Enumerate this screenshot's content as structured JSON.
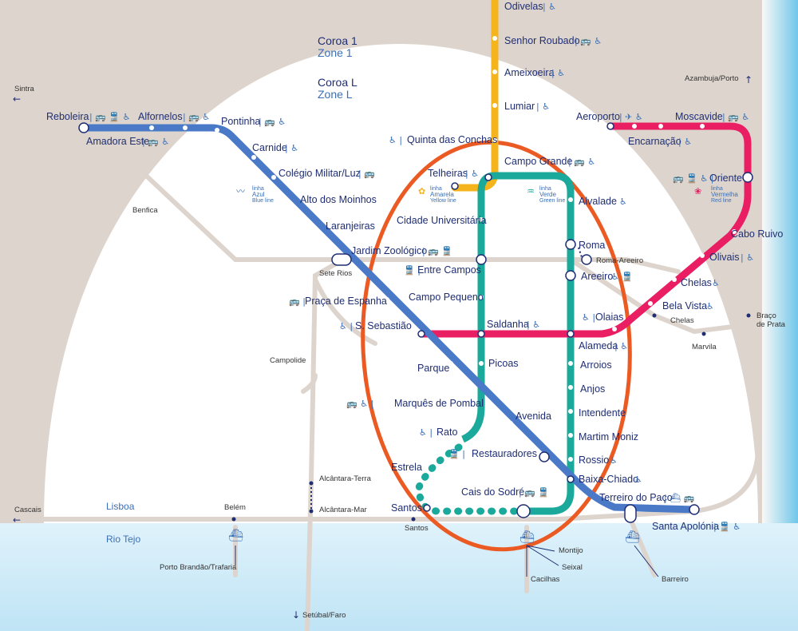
{
  "colors": {
    "blue": "#4a7ac7",
    "yellow": "#f5b41c",
    "green": "#1aa99a",
    "red": "#e91e63",
    "orange_ellipse": "#ec5a24",
    "zone_band": "#ddd5cd",
    "river": "#cfeaf7",
    "text": "#1f2e74",
    "accent": "#3b6fb6"
  },
  "zones": {
    "coroa1": "Coroa 1",
    "zone1": "Zone 1",
    "coroaL": "Coroa L",
    "zoneL": "Zone L"
  },
  "water": {
    "river": "Rio Tejo",
    "city": "Lisboa"
  },
  "legend": {
    "blue": [
      "linha",
      "Azul",
      "Blue line"
    ],
    "yellow": [
      "linha",
      "Amarela",
      "Yellow line"
    ],
    "green": [
      "linha",
      "Verde",
      "Green line"
    ],
    "red": [
      "linha",
      "Vermelha",
      "Red line"
    ]
  },
  "stations": {
    "odivelas": "Odivelas",
    "senhor_roubado": "Senhor Roubado",
    "ameixoeira": "Ameixoeira",
    "lumiar": "Lumiar",
    "quinta_das_conchas": "Quinta das Conchas",
    "campo_grande": "Campo Grande",
    "telheiras": "Telheiras",
    "cidade_universitaria": "Cidade Universitária",
    "entre_campos": "Entre Campos",
    "campo_pequeno": "Campo Pequeno",
    "saldanha": "Saldanha",
    "picoas": "Picoas",
    "marques_de_pombal": "Marquês de Pombal",
    "rato": "Rato",
    "alvalade": "Alvalade",
    "roma": "Roma",
    "areeiro": "Areeiro",
    "alameda": "Alameda",
    "arroios": "Arroios",
    "anjos": "Anjos",
    "intendente": "Intendente",
    "martim_moniz": "Martim Moniz",
    "rossio": "Rossio",
    "baixa_chiado": "Baixa-Chiado",
    "cais_do_sodre": "Cais do Sodré",
    "restauradores": "Restauradores",
    "avenida": "Avenida",
    "parque": "Parque",
    "s_sebastiao": "S. Sebastião",
    "praca_de_espanha": "Praça de Espanha",
    "jardim_zoologico": "Jardim Zoológico",
    "laranjeiras": "Laranjeiras",
    "alto_dos_moinhos": "Alto dos Moinhos",
    "colegio_militar": "Colégio Militar/Luz",
    "carnide": "Carnide",
    "pontinha": "Pontinha",
    "alfornelos": "Alfornelos",
    "amadora_este": "Amadora Este",
    "reboleira": "Reboleira",
    "terreiro_do_paco": "Terreiro do Paço",
    "santa_apolonia": "Santa Apolónia",
    "aeroporto": "Aeroporto",
    "encarnacao": "Encarnação",
    "moscavide": "Moscavide",
    "oriente": "Oriente",
    "cabo_ruivo": "Cabo Ruivo",
    "olivais": "Olivais",
    "chelas": "Chelas",
    "bela_vista": "Bela Vista",
    "olaias": "Olaias",
    "estrela": "Estrela",
    "santos": "Santos"
  },
  "rail": {
    "sintra": "Sintra",
    "cascais": "Cascais",
    "azambuja_porto": "Azambuja/Porto",
    "benfica": "Benfica",
    "sete_rios": "Sete Rios",
    "campolide": "Campolide",
    "alcantara_terra": "Alcântara-Terra",
    "alcantara_mar": "Alcântara-Mar",
    "belem": "Belém",
    "santos_rail": "Santos",
    "roma_areeiro": "Roma-Areeiro",
    "chelas_rail": "Chelas",
    "marvila": "Marvila",
    "braco_de_prata_1": "Braço",
    "braco_de_prata_2": "de Prata",
    "setubal_faro": "Setúbal/Faro",
    "porto_brandao": "Porto Brandão/Trafaria",
    "montijo": "Montijo",
    "seixal": "Seixal",
    "cacilhas": "Cacilhas",
    "barreiro": "Barreiro"
  },
  "icons": {
    "bus": "bus-icon",
    "train": "train-icon",
    "accessible": "accessible-icon",
    "plane": "plane-icon",
    "boat": "boat-icon",
    "separator": "|"
  }
}
